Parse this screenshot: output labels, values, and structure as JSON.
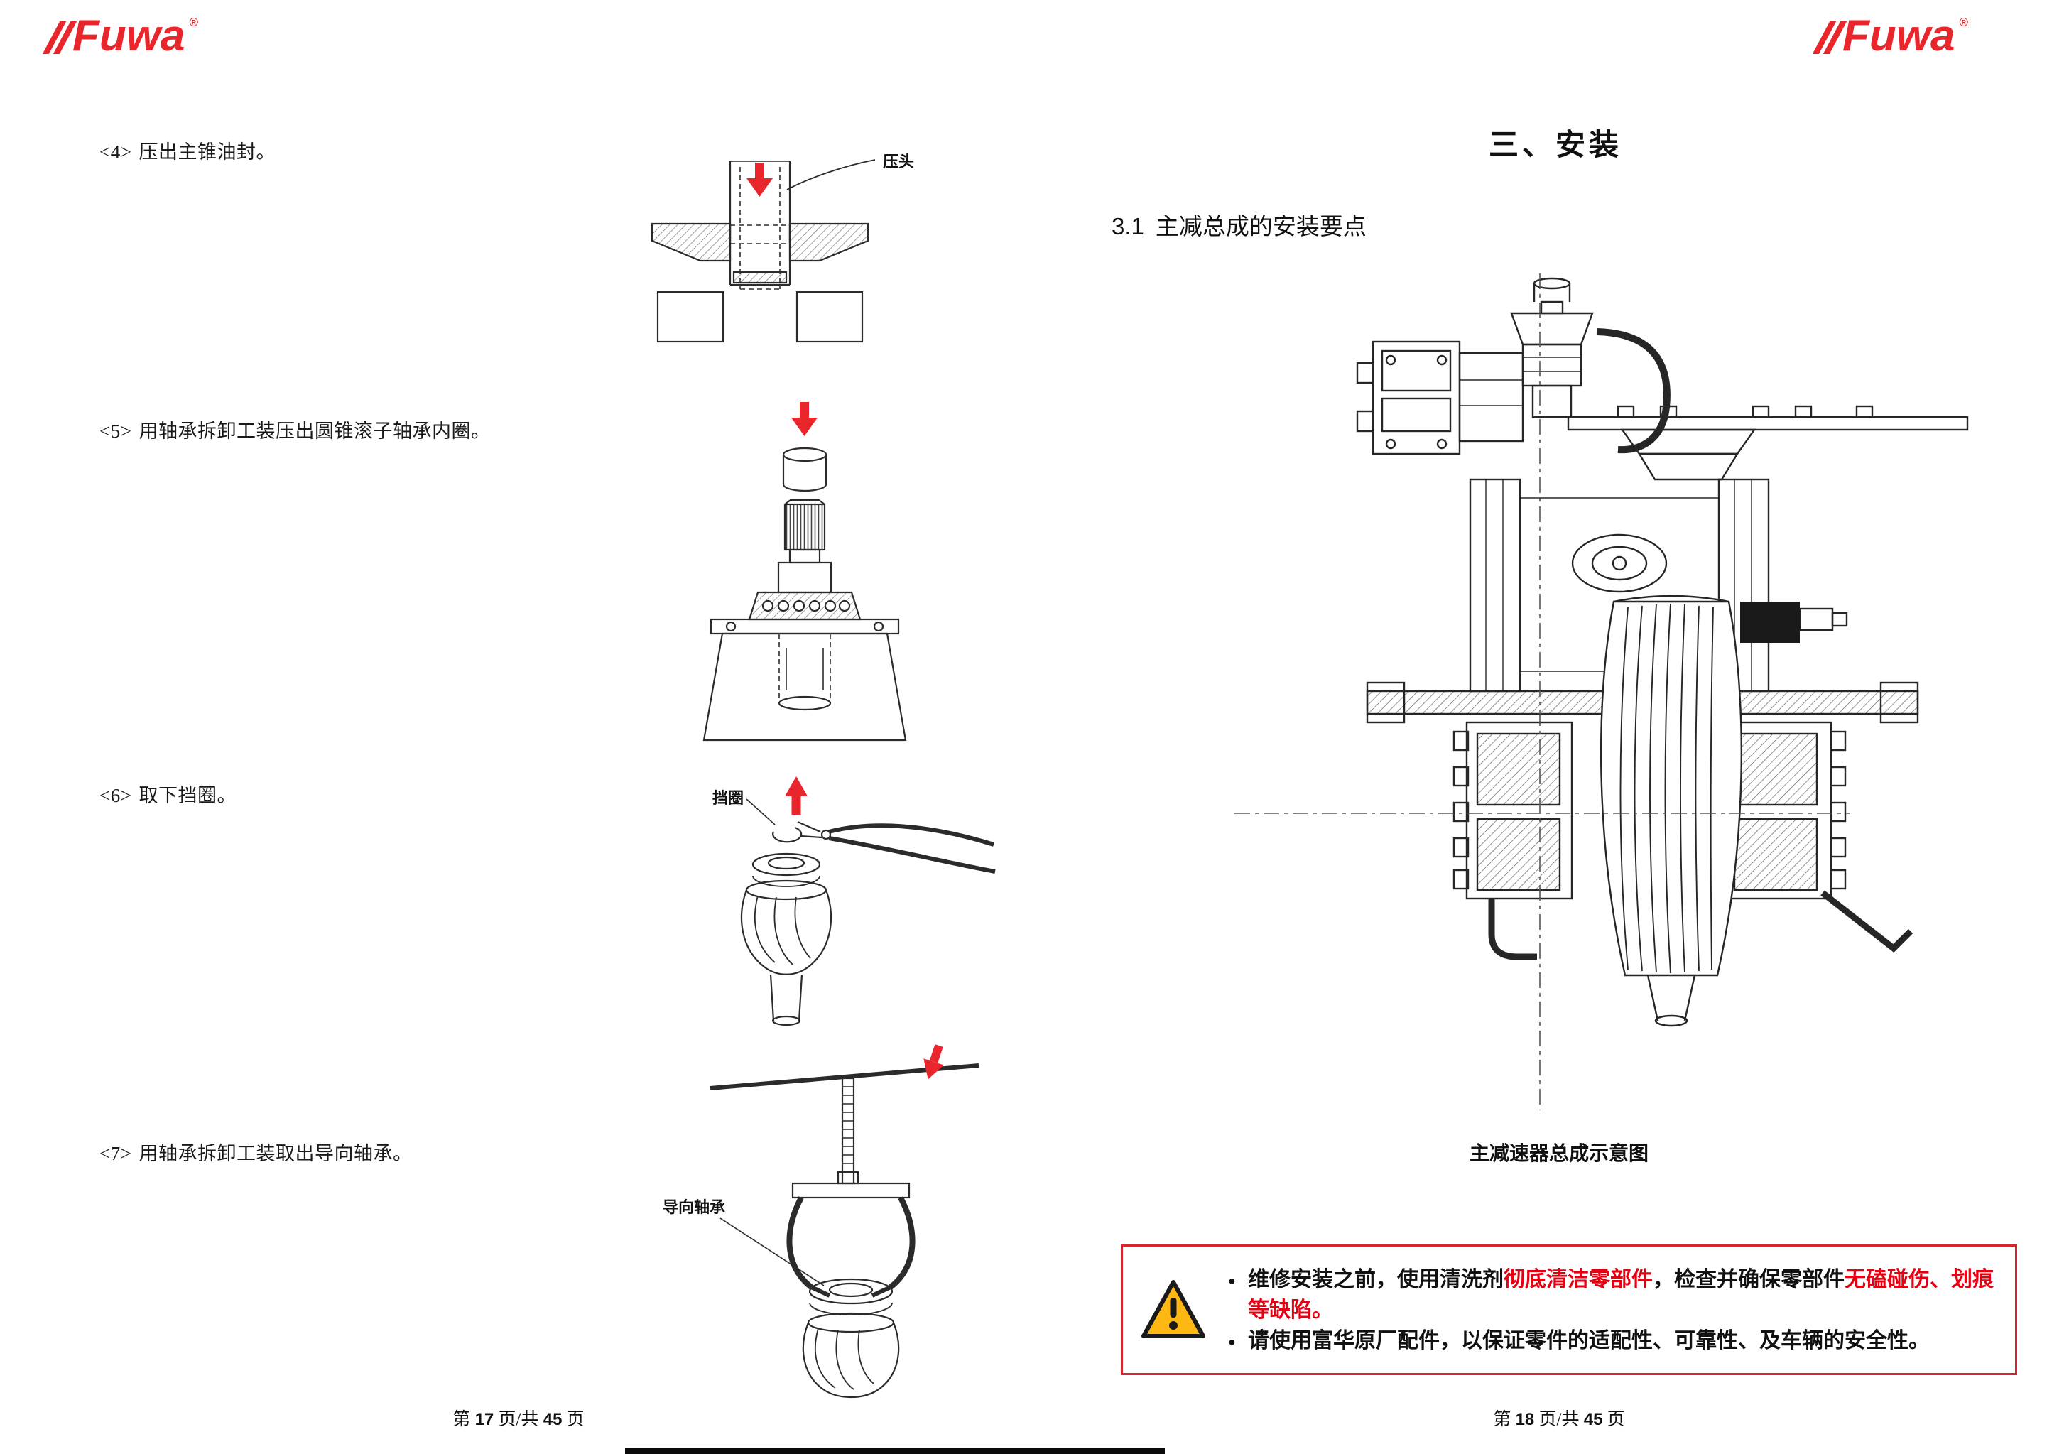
{
  "colors": {
    "brand_red": "#e8262b",
    "warning_red": "#e60012",
    "line": "#2b2b2b"
  },
  "brand": {
    "logo_text": "Fuwa",
    "registered": "®"
  },
  "left_page": {
    "steps": [
      {
        "id": "<4>",
        "text": "压出主锥油封。"
      },
      {
        "id": "<5>",
        "text": "用轴承拆卸工装压出圆锥滚子轴承内圈。"
      },
      {
        "id": "<6>",
        "text": "取下挡圈。"
      },
      {
        "id": "<7>",
        "text": "用轴承拆卸工装取出导向轴承。"
      }
    ],
    "diagram_labels": {
      "press_head": "压头",
      "retaining_ring": "挡圈",
      "guide_bearing": "导向轴承"
    },
    "footer": {
      "p1": "第",
      "page": "17",
      "p2": "页/共",
      "total": "45",
      "p3": "页"
    }
  },
  "right_page": {
    "title": "三、安装",
    "section_number": "3.1",
    "section_title": "主减总成的安装要点",
    "diagram_caption": "主减速器总成示意图",
    "warning": {
      "bullet": "●",
      "lines": [
        {
          "segments": [
            {
              "text": "维修安装之前，使用清洗剂",
              "red": false
            },
            {
              "text": "彻底清洁零部件",
              "red": true
            },
            {
              "text": "，检查并确保零部件",
              "red": false
            },
            {
              "text": "无磕碰伤、划痕等缺陷。",
              "red": true
            }
          ]
        },
        {
          "segments": [
            {
              "text": "请使用富华原厂配件，以保证零件的适配性、可靠性、及车辆的安全性。",
              "red": false
            }
          ]
        }
      ]
    },
    "footer": {
      "p1": "第",
      "page": "18",
      "p2": "页/共",
      "total": "45",
      "p3": "页"
    }
  }
}
